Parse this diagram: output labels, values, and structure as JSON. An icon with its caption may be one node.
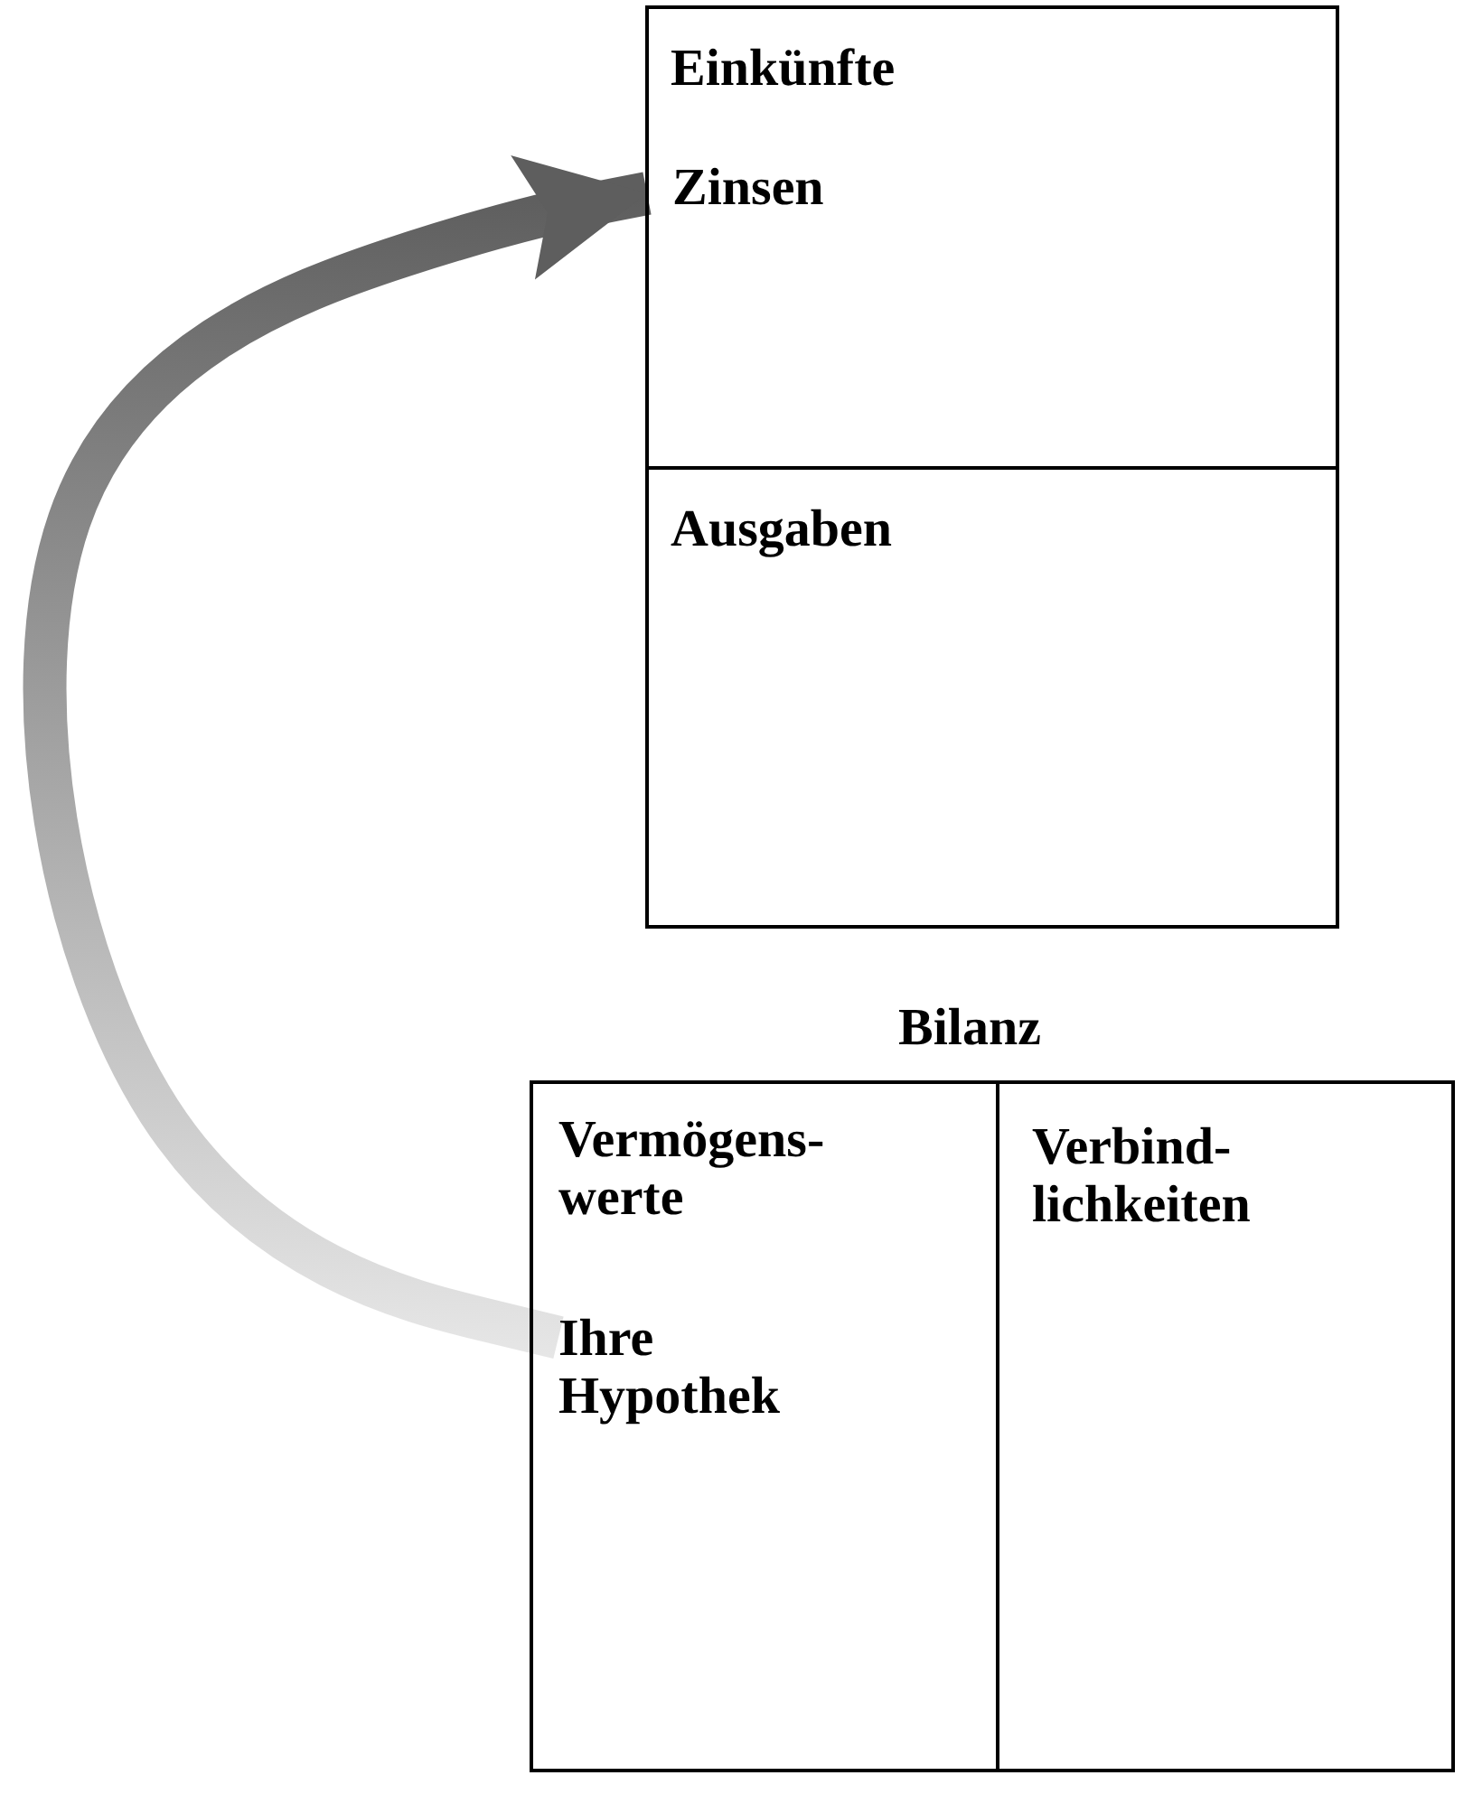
{
  "diagram": {
    "nodes": [
      {
        "text": [
          "Einkünfte"
        ]
      },
      {
        "text": [
          "Zinsen"
        ],
        "in": 0
      },
      {
        "text": [
          "Ausgaben"
        ]
      },
      {
        "text": [
          "Bilanz"
        ]
      },
      {
        "text": [
          "Vermögens- werte"
        ],
        "in": 3
      },
      {
        "text": [
          "Ihre Hypothek"
        ],
        "in": 4
      },
      {
        "text": [
          "Verbind- lichkeiten"
        ],
        "in": 3
      }
    ],
    "edges": [
      {
        "from": 5,
        "to": 1,
        "arrow": "to",
        "style": "thick"
      }
    ]
  }
}
